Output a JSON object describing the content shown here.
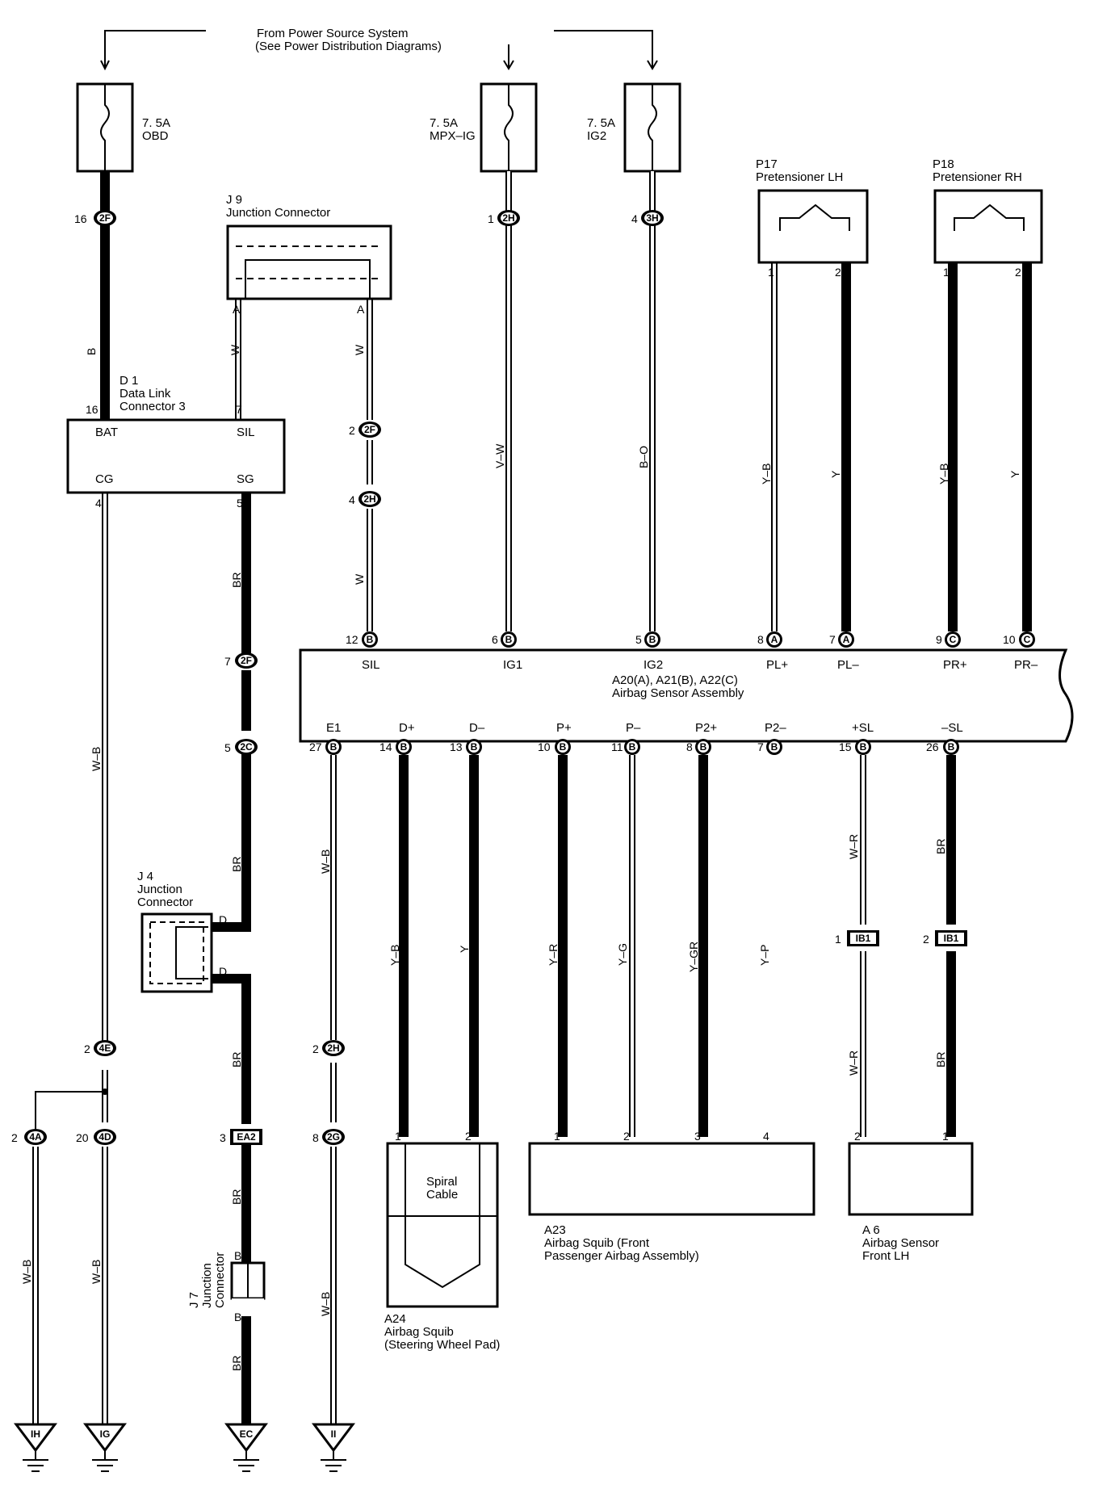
{
  "source": {
    "line1": "From Power Source System",
    "line2": "(See Power Distribution Diagrams)"
  },
  "fuses": [
    {
      "id": "fuse-obd",
      "amp": "7. 5A",
      "name": "OBD"
    },
    {
      "id": "fuse-mpx-ig",
      "amp": "7. 5A",
      "name": "MPX–IG"
    },
    {
      "id": "fuse-ig2",
      "amp": "7. 5A",
      "name": "IG2"
    }
  ],
  "components": {
    "j9": {
      "code": "J 9",
      "name": "Junction Connector"
    },
    "d1": {
      "code": "D 1",
      "name1": "Data Link",
      "name2": "Connector 3",
      "terminals": [
        "BAT",
        "SIL",
        "CG",
        "SG"
      ]
    },
    "p17": {
      "code": "P17",
      "name": "Pretensioner LH"
    },
    "p18": {
      "code": "P18",
      "name": "Pretensioner RH"
    },
    "sensor": {
      "code": "A20(A), A21(B), A22(C)",
      "name": "Airbag Sensor Assembly",
      "top_terminals": [
        "SIL",
        "IG1",
        "IG2",
        "PL+",
        "PL–",
        "PR+",
        "PR–"
      ],
      "bottom_terminals": [
        "E1",
        "D+",
        "D–",
        "P+",
        "P–",
        "P2+",
        "P2–",
        "+SL",
        "–SL"
      ]
    },
    "j4": {
      "code": "J 4",
      "name1": "Junction",
      "name2": "Connector",
      "pin": "D"
    },
    "j7": {
      "code": "J 7",
      "name1": "Junction",
      "name2": "Connector",
      "pin": "B"
    },
    "spiral": {
      "line1": "Spiral",
      "line2": "Cable"
    },
    "a24": {
      "code": "A24",
      "name1": "Airbag Squib",
      "name2": "(Steering Wheel Pad)"
    },
    "a23": {
      "code": "A23",
      "name1": "Airbag Squib (Front",
      "name2": "Passenger Airbag Assembly)"
    },
    "a6": {
      "code": "A 6",
      "name1": "Airbag Sensor",
      "name2": "Front LH"
    }
  },
  "connectors": [
    "2F",
    "2H",
    "3H",
    "2C",
    "4E",
    "4A",
    "4D",
    "EA2",
    "2G",
    "A",
    "B",
    "C",
    "IB1"
  ],
  "wire_colors": [
    "B",
    "W",
    "V–W",
    "B–O",
    "Y–B",
    "Y",
    "BR",
    "W–B",
    "Y–R",
    "Y–G",
    "Y–GR",
    "Y–P",
    "W–R"
  ],
  "pin_numbers": [
    "1",
    "2",
    "3",
    "4",
    "5",
    "6",
    "7",
    "8",
    "9",
    "10",
    "11",
    "12",
    "13",
    "14",
    "15",
    "16",
    "20",
    "26",
    "27"
  ],
  "terminal_letters": {
    "a": "A",
    "d": "D"
  },
  "grounds": [
    "IH",
    "IG",
    "EC",
    "II"
  ],
  "colors": {
    "wire": "#000000",
    "background": "#ffffff"
  }
}
